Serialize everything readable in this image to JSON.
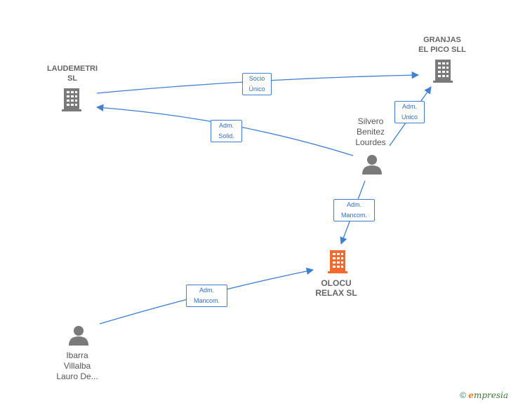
{
  "nodes": {
    "laudemetri": {
      "label_line1": "LAUDEMETRI",
      "label_line2": "SL",
      "type": "company",
      "color": "#7a7a7a"
    },
    "granjas": {
      "label_line1": "GRANJAS",
      "label_line2": "EL PICO SLL",
      "type": "company",
      "color": "#7a7a7a"
    },
    "olocu": {
      "label_line1": "OLOCU",
      "label_line2": "RELAX  SL",
      "type": "company",
      "color": "#f26a2e"
    },
    "silvero": {
      "label_line1": "Silvero",
      "label_line2": "Benitez",
      "label_line3": "Lourdes",
      "type": "person"
    },
    "ibarra": {
      "label_line1": "Ibarra",
      "label_line2": "Villalba",
      "label_line3": "Lauro De...",
      "type": "person"
    }
  },
  "edges": [
    {
      "from": "laudemetri",
      "to": "granjas",
      "label_line1": "Socio",
      "label_line2": "Único"
    },
    {
      "from": "silvero",
      "to": "laudemetri",
      "label_line1": "Adm.",
      "label_line2": "Solid."
    },
    {
      "from": "silvero",
      "to": "granjas",
      "label_line1": "Adm.",
      "label_line2": "Unico"
    },
    {
      "from": "silvero",
      "to": "olocu",
      "label_line1": "Adm.",
      "label_line2": "Mancom."
    },
    {
      "from": "ibarra",
      "to": "olocu",
      "label_line1": "Adm.",
      "label_line2": "Mancom."
    }
  ],
  "colors": {
    "edge": "#3f7fd6",
    "company_icon": "#7a7a7a",
    "highlight_company": "#f26a2e",
    "person_icon": "#7a7a7a"
  },
  "footer": {
    "copyright": "©",
    "brand_initial": "e",
    "brand_rest": "mpresia"
  }
}
